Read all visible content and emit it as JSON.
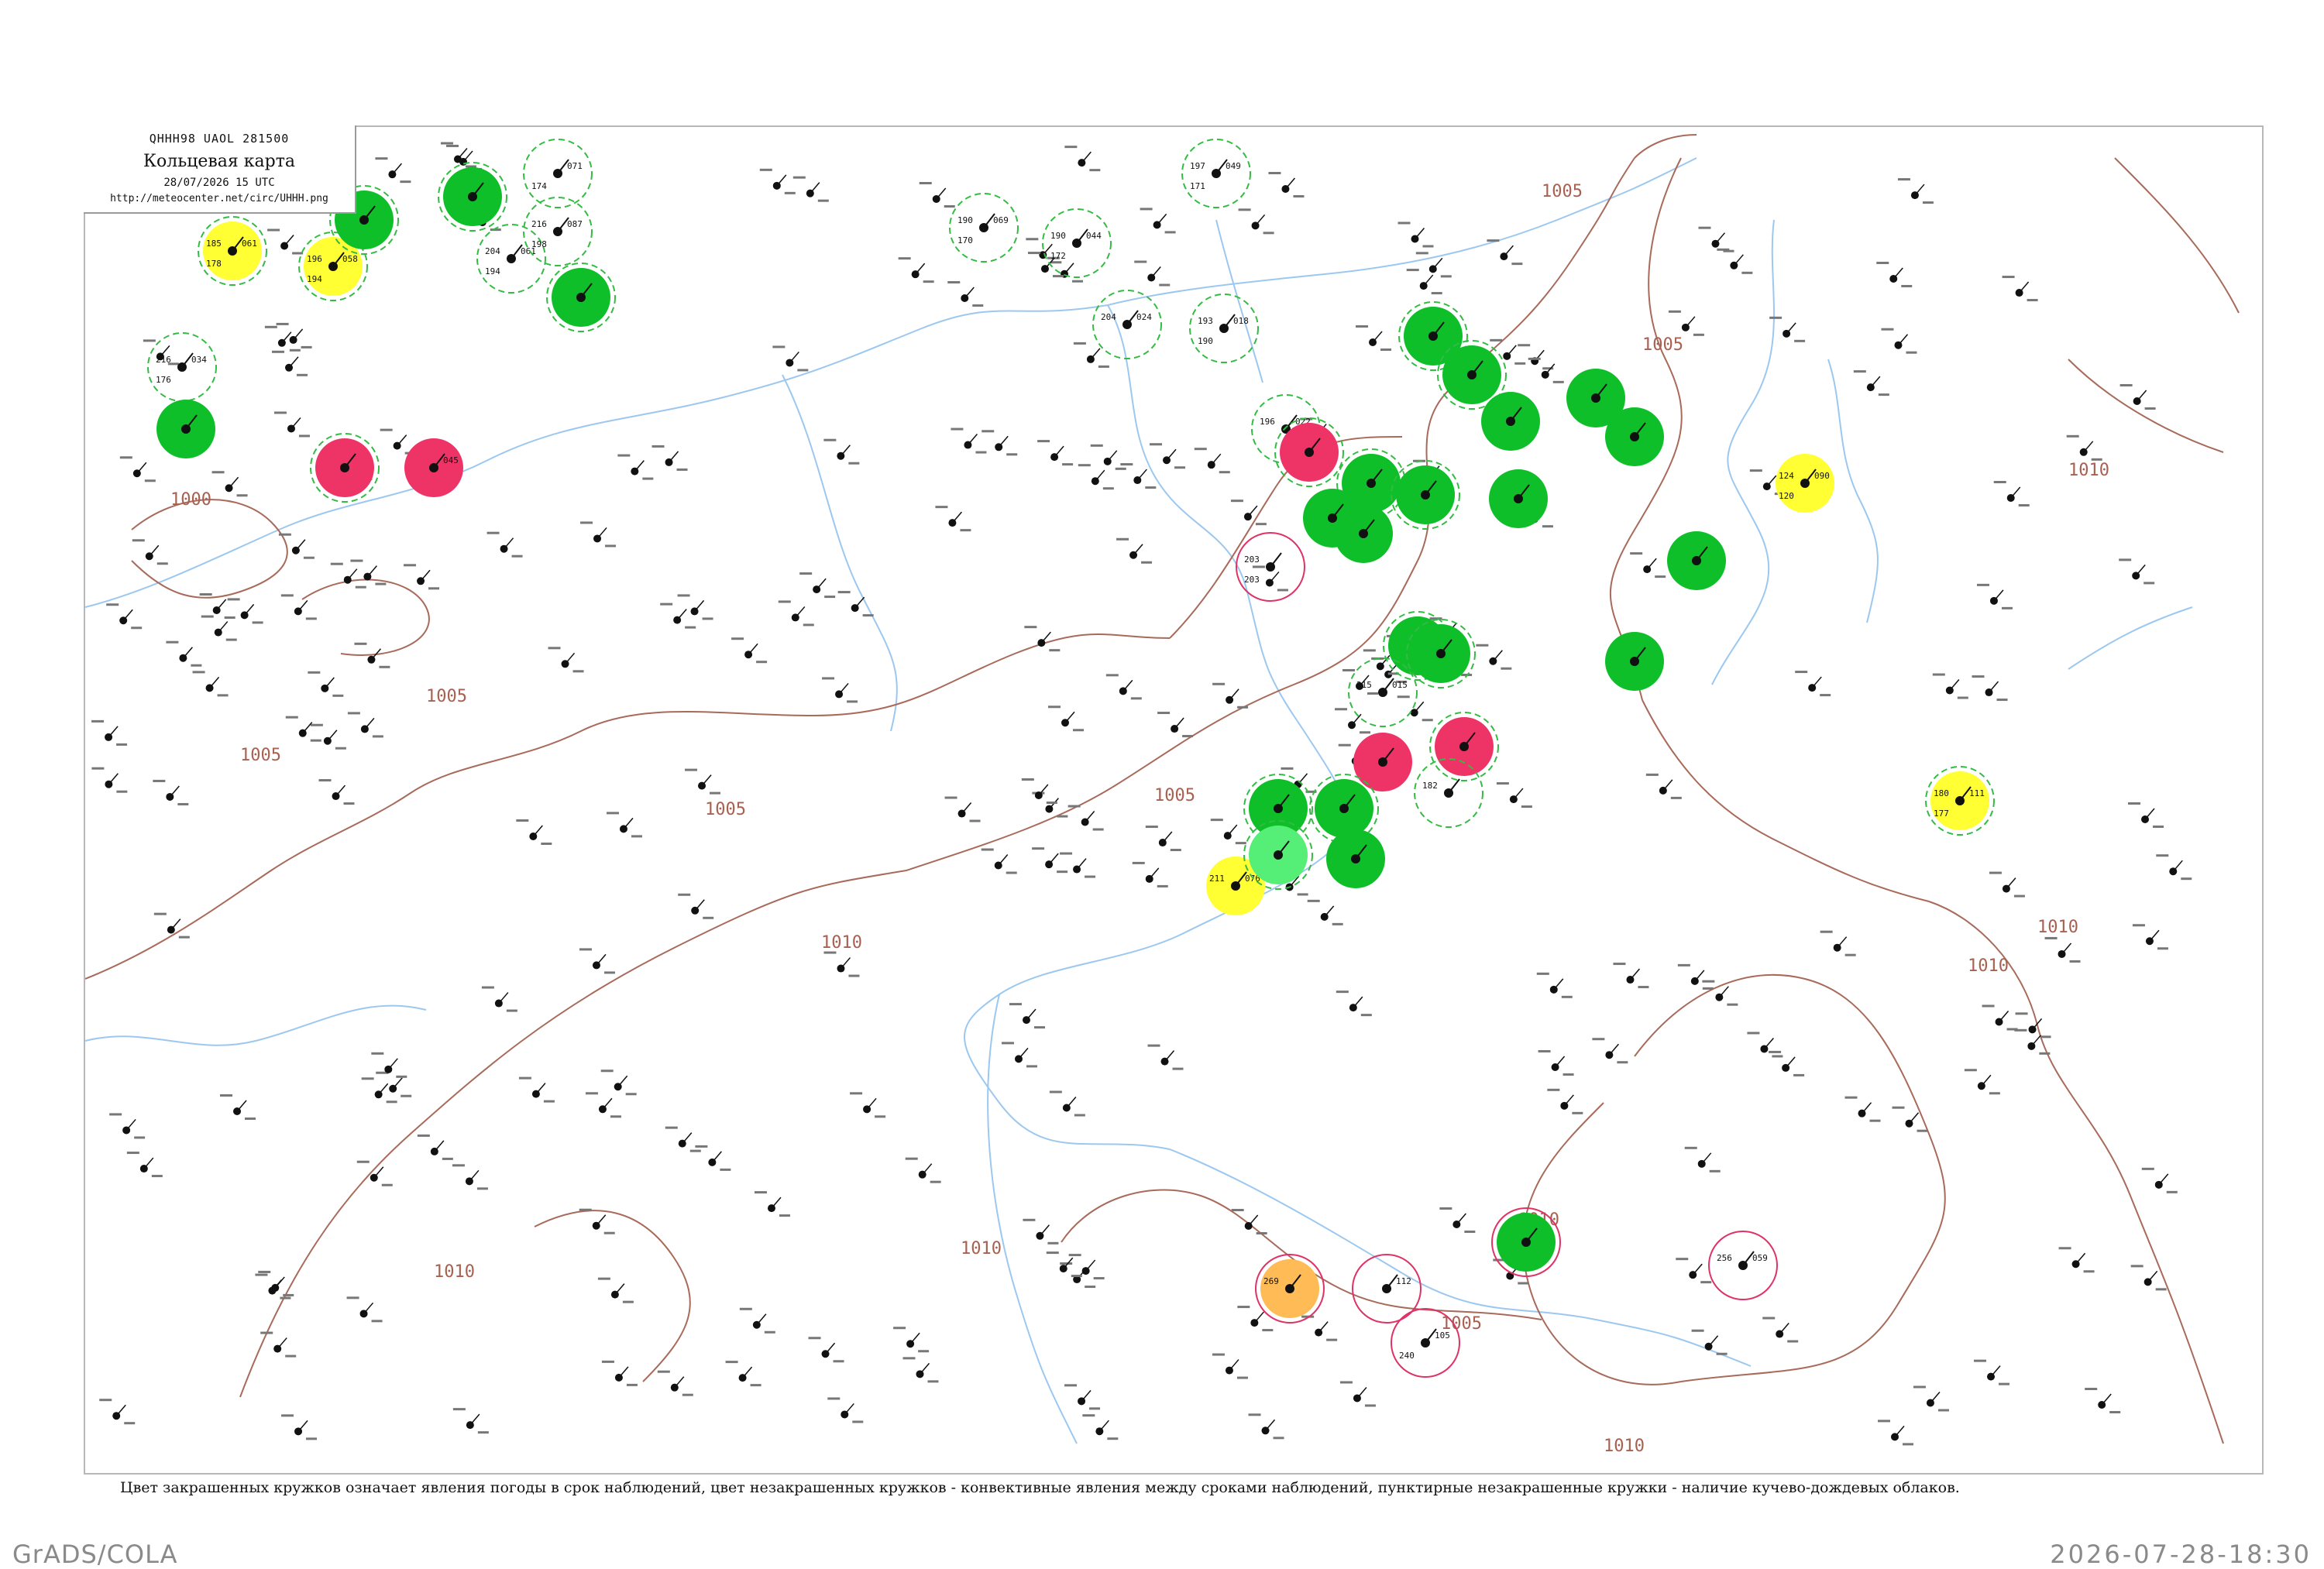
{
  "header": {
    "code": "QHHH98 UAOL 281500",
    "title": "Кольцевая карта",
    "date": "28/07/2026 15 UTC",
    "url": "http://meteocenter.net/circ/UHHH.png"
  },
  "caption": "Цвет закрашенных кружков означает явления погоды в срок наблюдений, цвет незакрашенных кружков - конвективные явления между сроками наблюдений, пунктирные незакрашенные кружки - наличие кучево-дождевых облаков.",
  "footer": {
    "left": "GrADS/COLA",
    "right": "2026-07-28-18:30"
  },
  "colors": {
    "isobar": "#a86a5a",
    "coast": "#9cc8f0",
    "rain": "#0fbf2a",
    "thunder": "#ee3366",
    "drizzle": "#ffff33",
    "haze": "#ffbb55",
    "shower": "#55ee77",
    "cb_ring": "#33bb44",
    "conv_ring": "#dd3366"
  },
  "isobar_labels": [
    "1000",
    "1005",
    "1005",
    "1005",
    "1005",
    "1005",
    "1005",
    "1005",
    "1010",
    "1010",
    "1010",
    "1010",
    "1010",
    "1010",
    "1010",
    "1010",
    "1005"
  ],
  "stations": [
    {
      "t": "185",
      "p": "061",
      "td": "178",
      "fill": "drizzle",
      "ring": "cb"
    },
    {
      "t": "196",
      "p": "058",
      "td": "194",
      "fill": "drizzle",
      "ring": "cb"
    },
    {
      "t": "",
      "p": "",
      "td": "",
      "fill": "rain",
      "ring": "cb"
    },
    {
      "t": "",
      "p": "",
      "td": "",
      "fill": "rain",
      "ring": "cb"
    },
    {
      "t": "",
      "p": "",
      "td": "",
      "fill": "rain",
      "ring": "cb"
    },
    {
      "t": "204",
      "p": "061",
      "td": "194",
      "fill": "none",
      "ring": "cb"
    },
    {
      "t": "",
      "p": "071",
      "td": "174",
      "fill": "none",
      "ring": "cb"
    },
    {
      "t": "216",
      "p": "087",
      "td": "198",
      "fill": "none",
      "ring": "cb"
    },
    {
      "t": "216",
      "p": "034",
      "td": "176",
      "fill": "none",
      "ring": "cb"
    },
    {
      "t": "",
      "p": "",
      "td": "",
      "fill": "rain",
      "ring": "none"
    },
    {
      "t": "",
      "p": "",
      "td": "",
      "fill": "thunder",
      "ring": "cb"
    },
    {
      "t": "",
      "p": "045",
      "td": "",
      "fill": "thunder",
      "ring": "none"
    },
    {
      "t": "190",
      "p": "069",
      "td": "170",
      "fill": "none",
      "ring": "cb"
    },
    {
      "t": "190",
      "p": "044",
      "td": "172",
      "fill": "none",
      "ring": "cb"
    },
    {
      "t": "197",
      "p": "049",
      "td": "171",
      "fill": "none",
      "ring": "cb"
    },
    {
      "t": "204",
      "p": "024",
      "td": "",
      "fill": "none",
      "ring": "cb"
    },
    {
      "t": "193",
      "p": "018",
      "td": "190",
      "fill": "none",
      "ring": "cb"
    },
    {
      "t": "",
      "p": "",
      "td": "",
      "fill": "rain",
      "ring": "cb"
    },
    {
      "t": "",
      "p": "",
      "td": "",
      "fill": "rain",
      "ring": "cb"
    },
    {
      "t": "",
      "p": "",
      "td": "",
      "fill": "rain",
      "ring": "none"
    },
    {
      "t": "196",
      "p": "022",
      "td": "",
      "fill": "none",
      "ring": "cb"
    },
    {
      "t": "",
      "p": "",
      "td": "",
      "fill": "thunder",
      "ring": "cb"
    },
    {
      "t": "",
      "p": "",
      "td": "",
      "fill": "rain",
      "ring": "cb"
    },
    {
      "t": "",
      "p": "",
      "td": "",
      "fill": "rain",
      "ring": "cb"
    },
    {
      "t": "",
      "p": "",
      "td": "",
      "fill": "rain",
      "ring": "none"
    },
    {
      "t": "",
      "p": "",
      "td": "",
      "fill": "rain",
      "ring": "none"
    },
    {
      "t": "",
      "p": "",
      "td": "",
      "fill": "rain",
      "ring": "none"
    },
    {
      "t": "203",
      "p": "",
      "td": "203",
      "fill": "none",
      "ring": "conv"
    },
    {
      "t": "",
      "p": "",
      "td": "",
      "fill": "rain",
      "ring": "cb"
    },
    {
      "t": "",
      "p": "",
      "td": "",
      "fill": "thunder",
      "ring": "cb"
    },
    {
      "t": "215",
      "p": "015",
      "td": "",
      "fill": "none",
      "ring": "cb"
    },
    {
      "t": "",
      "p": "",
      "td": "",
      "fill": "thunder",
      "ring": "none"
    },
    {
      "t": "",
      "p": "",
      "td": "",
      "fill": "rain",
      "ring": "cb"
    },
    {
      "t": "",
      "p": "",
      "td": "",
      "fill": "rain",
      "ring": "cb"
    },
    {
      "t": "",
      "p": "",
      "td": "",
      "fill": "rain",
      "ring": "none"
    },
    {
      "t": "",
      "p": "",
      "td": "",
      "fill": "rain",
      "ring": "cb"
    },
    {
      "t": "211",
      "p": "076",
      "td": "",
      "fill": "drizzle",
      "ring": "none"
    },
    {
      "t": "",
      "p": "",
      "td": "",
      "fill": "shower",
      "ring": "cb"
    },
    {
      "t": "182",
      "p": "",
      "td": "",
      "fill": "none",
      "ring": "cb"
    },
    {
      "t": "124",
      "p": "090",
      "td": "120",
      "fill": "drizzle",
      "ring": "none"
    },
    {
      "t": "180",
      "p": "111",
      "td": "177",
      "fill": "drizzle",
      "ring": "cb"
    },
    {
      "t": "",
      "p": "",
      "td": "",
      "fill": "rain",
      "ring": "none"
    },
    {
      "t": "",
      "p": "",
      "td": "",
      "fill": "rain",
      "ring": "none"
    },
    {
      "t": "",
      "p": "",
      "td": "",
      "fill": "rain",
      "ring": "none"
    },
    {
      "t": "",
      "p": "",
      "td": "",
      "fill": "rain",
      "ring": "none"
    },
    {
      "t": "",
      "p": "",
      "td": "",
      "fill": "rain",
      "ring": "conv"
    },
    {
      "t": "269",
      "p": "",
      "td": "",
      "fill": "haze",
      "ring": "conv"
    },
    {
      "t": "",
      "p": "112",
      "td": "",
      "fill": "none",
      "ring": "conv"
    },
    {
      "t": "",
      "p": "105",
      "td": "240",
      "fill": "none",
      "ring": "conv"
    },
    {
      "t": "256",
      "p": "059",
      "td": "",
      "fill": "none",
      "ring": "conv"
    }
  ]
}
